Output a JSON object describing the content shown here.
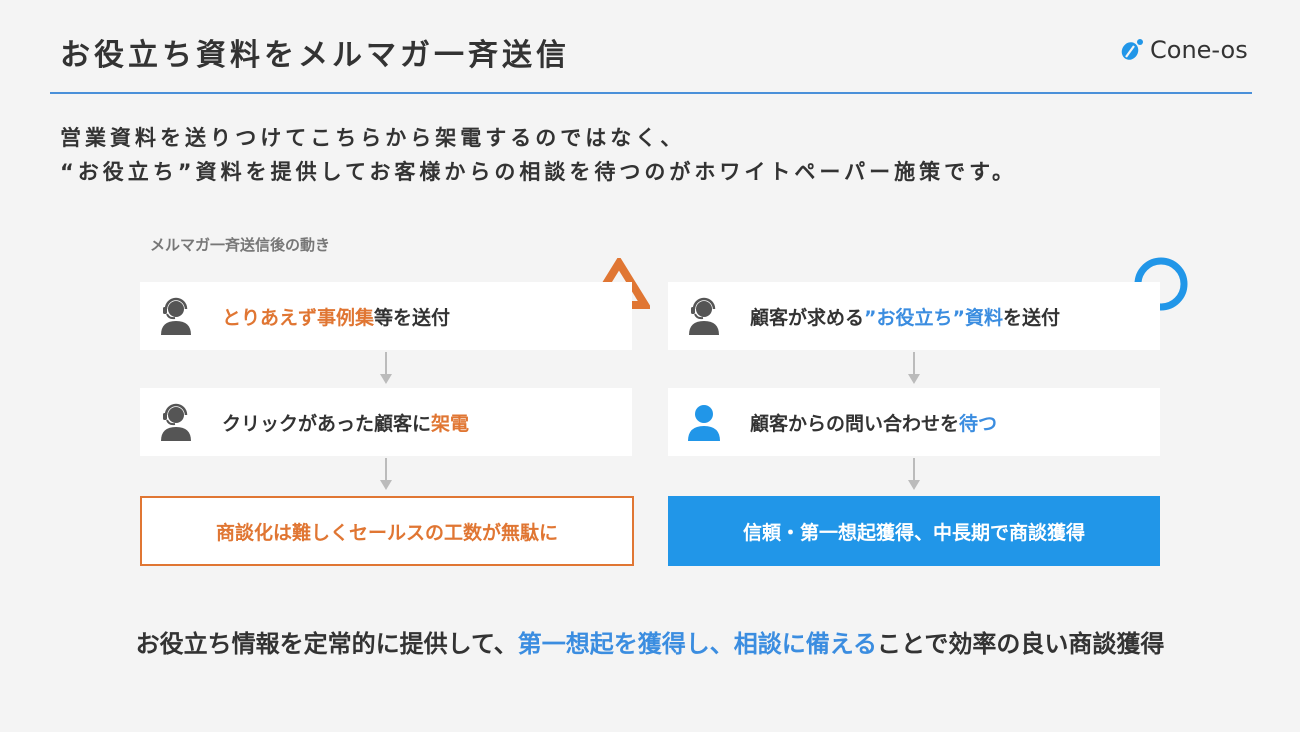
{
  "header": {
    "title": "お役立ち資料をメルマガ一斉送信",
    "logo_text": "Cone-os"
  },
  "lead": {
    "line1": "営業資料を送りつけてこちらから架電するのではなく、",
    "line2": "“お役立ち”資料を提供してお客様からの相談を待つのがホワイトペーパー施策です。"
  },
  "flow": {
    "label": "メルマガ一斉送信後の動き",
    "left": {
      "mark": "triangle",
      "step1": {
        "a": "とりあえず事例集",
        "b": "等を送付"
      },
      "step2": {
        "a": "クリックがあった顧客に",
        "b": "架電"
      },
      "result": "商談化は難しくセールスの工数が無駄に"
    },
    "right": {
      "mark": "circle",
      "step1": {
        "a": "顧客が求める",
        "b": "”お役立ち”資料",
        "c": "を送付"
      },
      "step2": {
        "a": "顧客からの問い合わせを",
        "b": "待つ"
      },
      "result": "信頼・第一想起獲得、中長期で商談獲得"
    }
  },
  "summary": {
    "p1": "お役立ち情報を定常的に提供して、",
    "p2": "第一想起を獲得し、相談に備える",
    "p3": "ことで効率の良い商談獲得"
  },
  "colors": {
    "accent_orange": "#e07633",
    "accent_blue": "#2196e8",
    "rule_blue": "#4a90d9",
    "background": "#f4f4f4"
  },
  "icons": {
    "logo": "leaf-dot-icon",
    "left_step1": "headset-operator-icon",
    "left_step2": "headset-operator-icon",
    "right_step1": "headset-operator-icon",
    "right_step2": "user-icon"
  }
}
